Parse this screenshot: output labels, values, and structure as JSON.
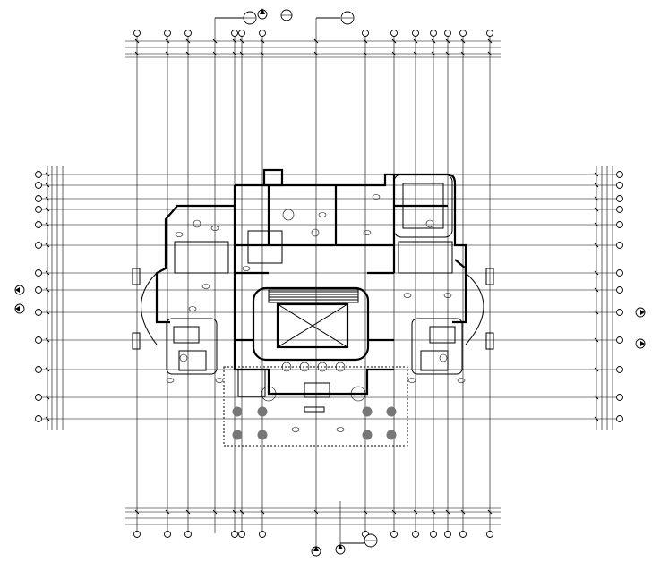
{
  "drawing": {
    "type": "architectural-floor-plan",
    "background": "#ffffff",
    "line_color": "#000000",
    "column_fill": "#777777",
    "grid_axes_vertical_count": 19,
    "grid_axes_horizontal_count": 12,
    "section_markers": 4,
    "section_marker_icon": "section-cut-marker-icon",
    "grid_bubble_icon": "grid-bubble-icon"
  }
}
